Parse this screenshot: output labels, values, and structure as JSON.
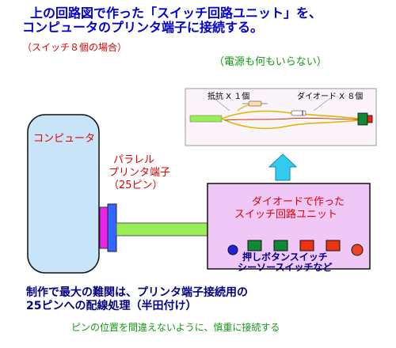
{
  "title": {
    "line1": "上の回路図で作った「スイッチ回路ユニット」を、",
    "line2": "コンピュータのプリンタ端子に接続する。"
  },
  "sub_left": "（スイッチ８個の場合）",
  "sub_right": "（電源も何もいらない）",
  "computer_label": "コンピュータ",
  "port_label": {
    "line1": "パラレル",
    "line2": "プリンタ端子",
    "line3": "（25ピン）"
  },
  "detail_labels": {
    "resistor": "抵抗 X １個",
    "diode": "ダイオード X ８個"
  },
  "unit_label": {
    "line1": "ダイオードで作った",
    "line2": "スイッチ回路ユニット"
  },
  "button_labels": {
    "line1": "押しボタンスイッチ",
    "line2": "シーソースイッチなど"
  },
  "note": {
    "line1": "制作で最大の難関は、プリンタ端子接続用の",
    "line2": "25ピンへの配線処理（半田付け）"
  },
  "caution": "ピンの位置を間違えないように、慎重に接続する",
  "colors": {
    "title": "#0000cc",
    "unit_fill": "#f0c8f8",
    "cable": "#99ee55",
    "arrow": "#33ccee",
    "computer_fill": "#c8e4f8"
  }
}
